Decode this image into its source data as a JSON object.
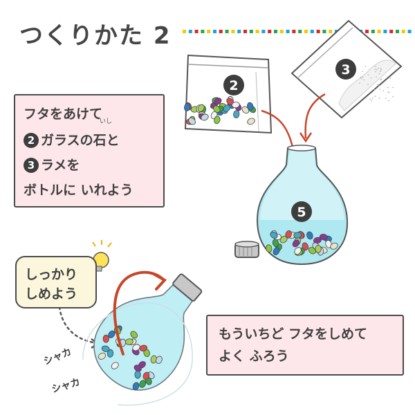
{
  "title": "つくりかた 2",
  "stripe_colors": [
    "#f5c800",
    "#1aa3e0",
    "#e0262b",
    "#20a84a"
  ],
  "instructions_box": {
    "line1": "フタをあけて",
    "line2_num": "2",
    "line2_text": "ガラスの石と",
    "ruby": "いし",
    "line3_num": "3",
    "line3_text": "ラメを",
    "line4": "ボトルに いれよう"
  },
  "bubble": {
    "line1": "しっかり",
    "line2": "しめよう"
  },
  "shake_box": {
    "line1": "もういちど フタをしめて",
    "line2": "よく ふろう"
  },
  "badges": {
    "glass_stones_bag": "2",
    "glitter_bag": "3",
    "bottle": "5"
  },
  "sound_effects": {
    "shake1": "シャカ",
    "shake2": "シャカ"
  },
  "icons": [
    "lightbulb-icon",
    "arrow-icon",
    "bottle-icon",
    "bag-icon",
    "cap-icon"
  ]
}
